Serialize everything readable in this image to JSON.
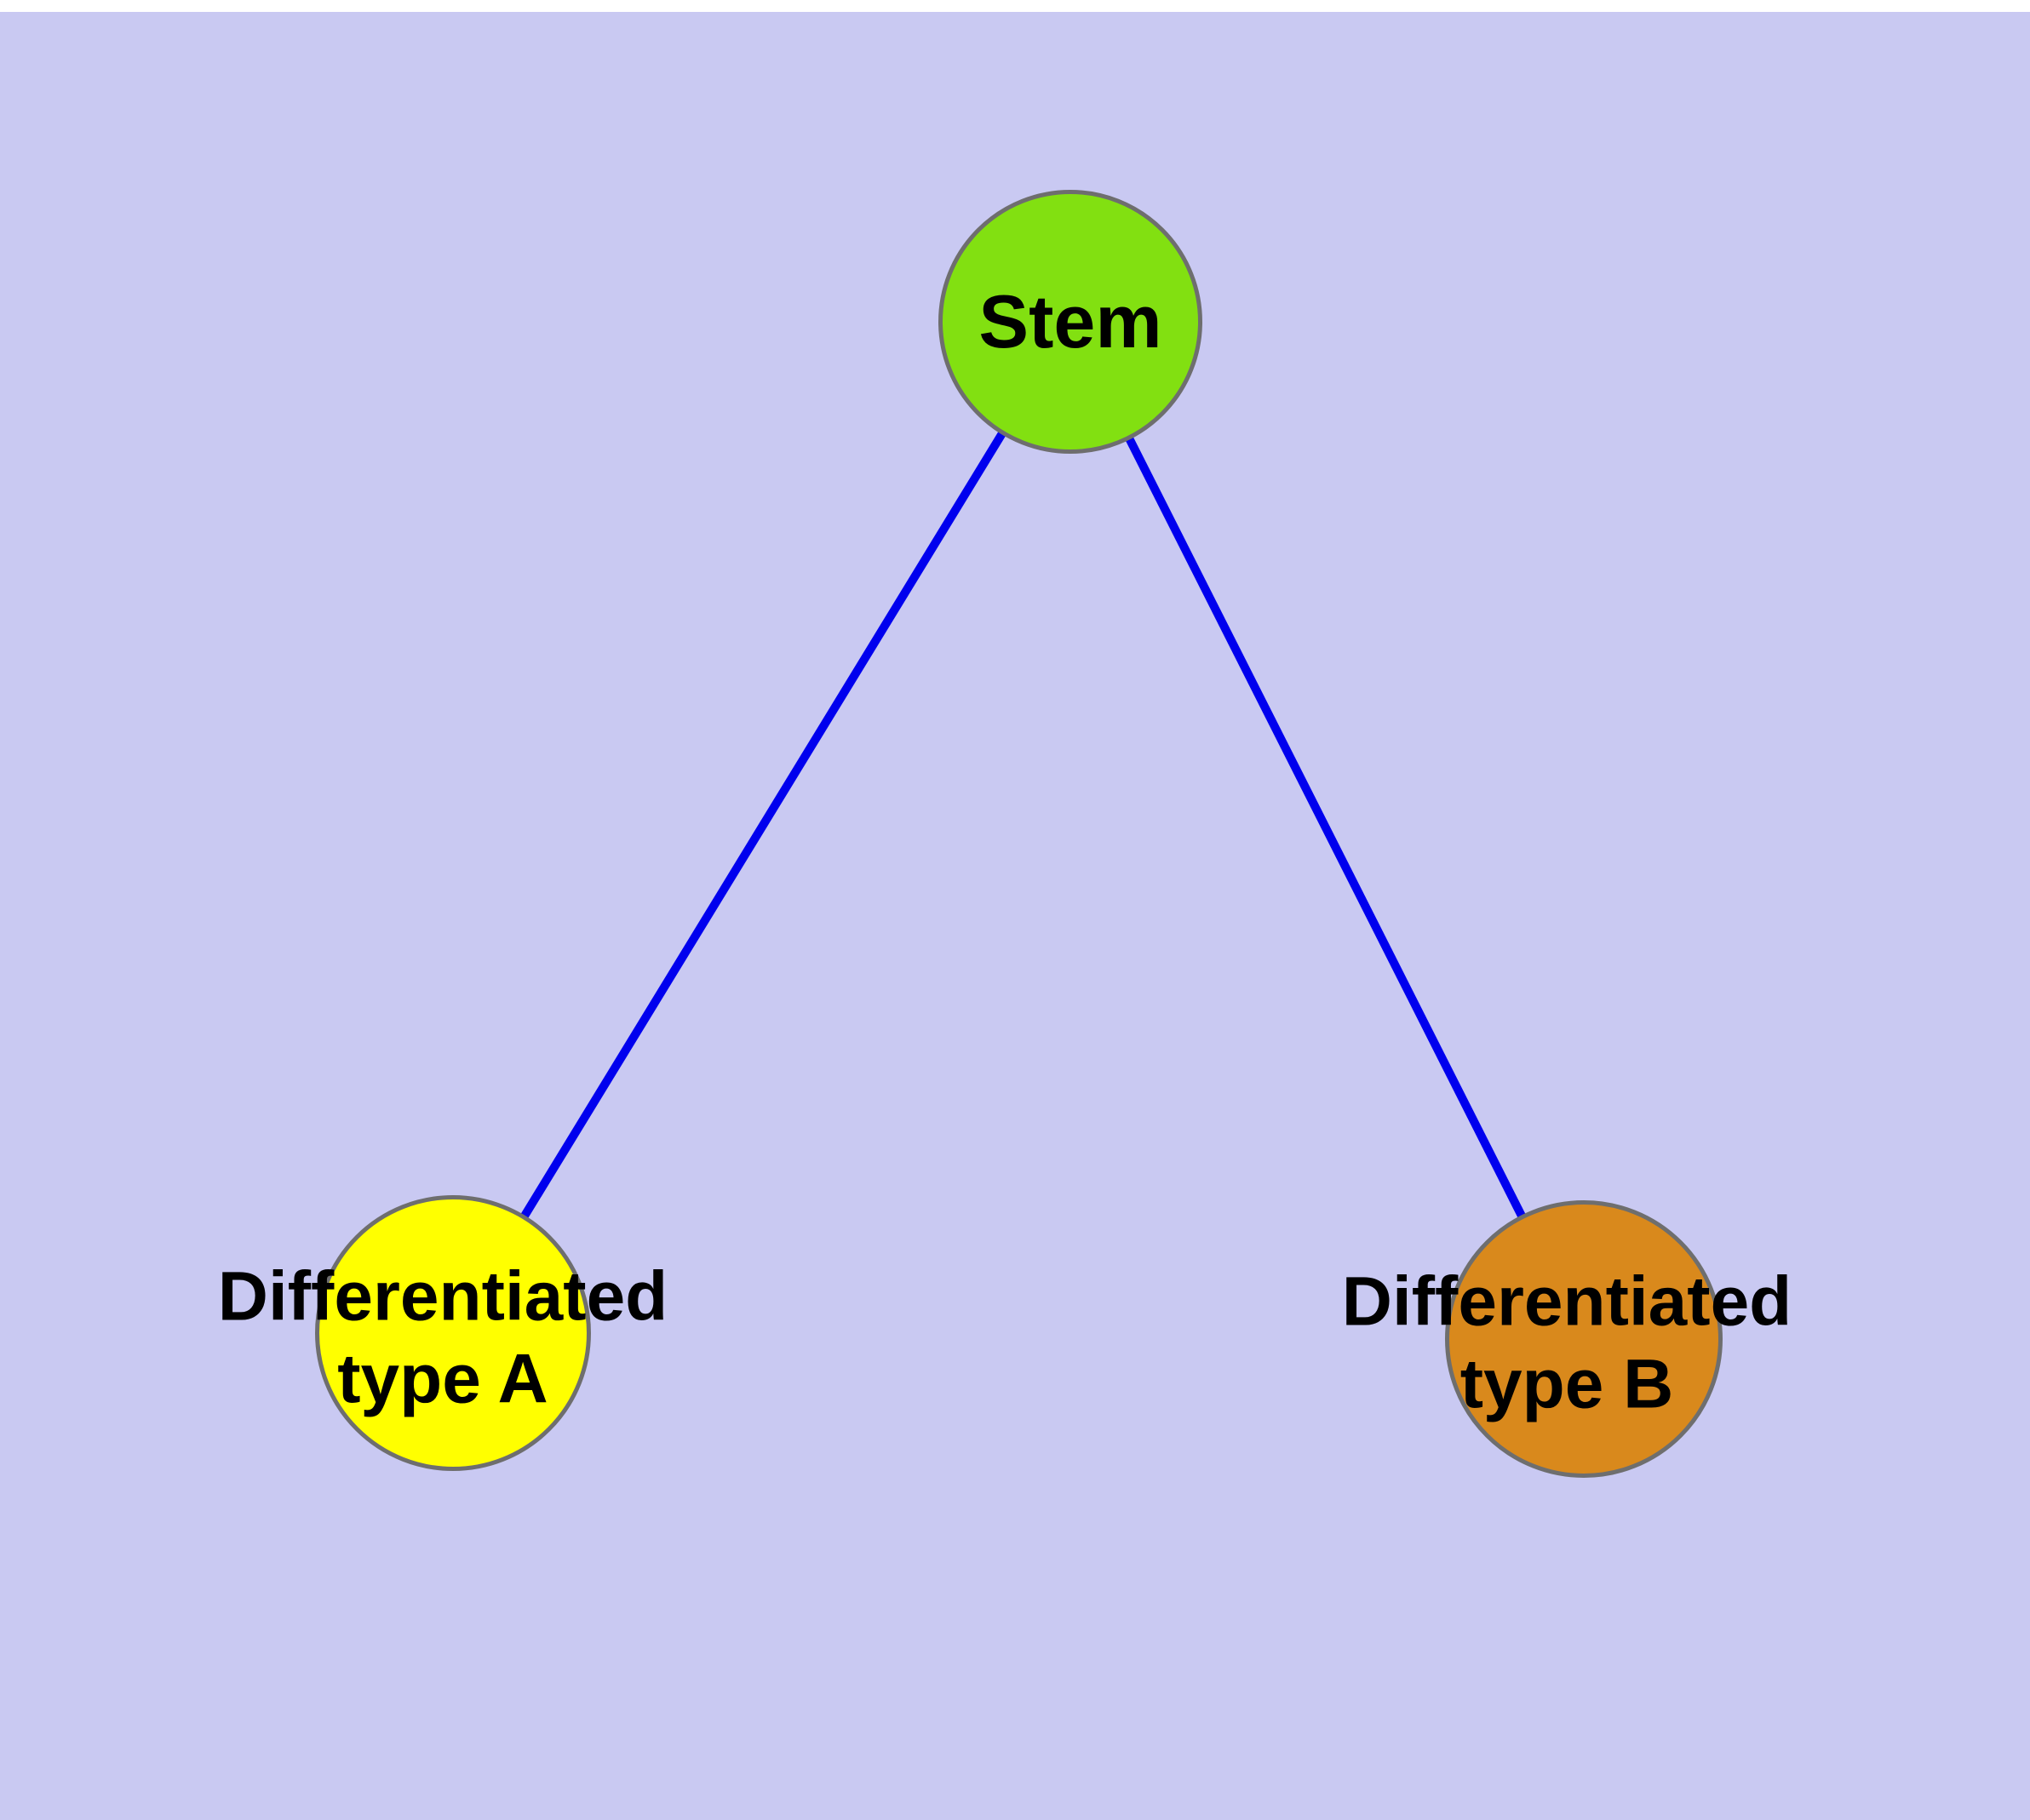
{
  "diagram": {
    "colors": {
      "background": "#c9c9f2",
      "top_strip": "#ffffff",
      "edge": "#0000ee",
      "node_border": "#6e6e6e",
      "label_text": "#000000"
    },
    "nodes": {
      "stem": {
        "label": "Stem",
        "fill": "#82e011"
      },
      "diff_a": {
        "label_line1": "Differentiated",
        "label_line2": "type A",
        "fill": "#ffff00"
      },
      "diff_b": {
        "label_line1": "Differentiated",
        "label_line2": "type B",
        "fill": "#d9891c"
      }
    },
    "edges": [
      {
        "name": "stem-to-diff-a"
      },
      {
        "name": "stem-to-diff-b"
      }
    ]
  }
}
